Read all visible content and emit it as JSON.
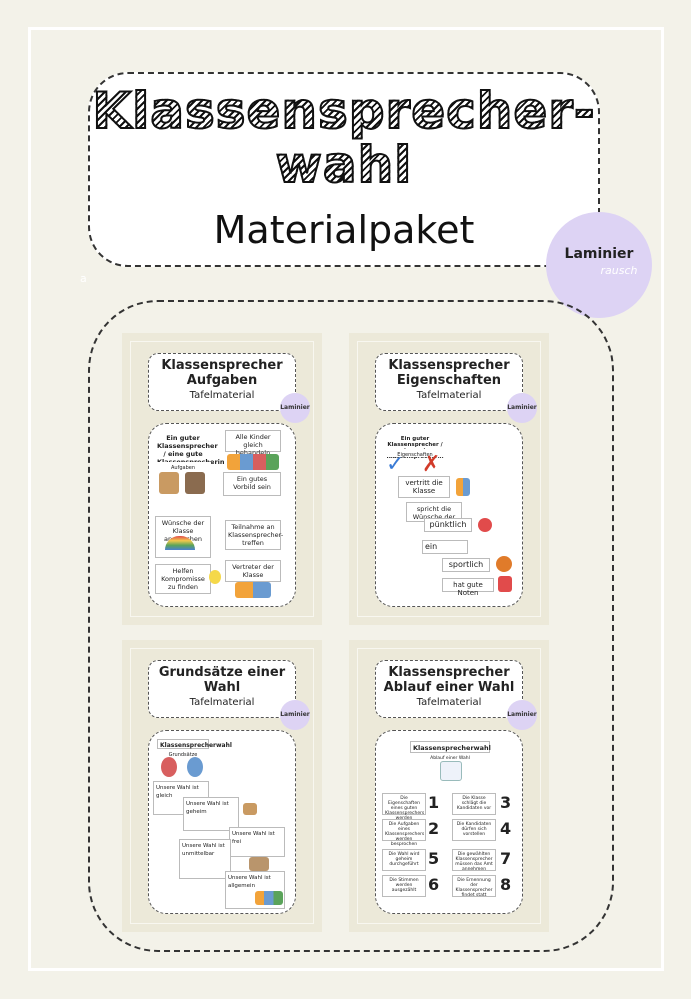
{
  "cover": {
    "title_line1": "Klassensprecher-",
    "title_line2": "wahl",
    "subtitle": "Materialpaket",
    "badge_main": "Laminier",
    "badge_sub": "rausch",
    "corner_mark": "a"
  },
  "previews": [
    {
      "title1": "Klassensprecher",
      "title2": "Aufgaben",
      "subtitle": "Tafelmaterial",
      "badge": "Laminier",
      "items": {
        "header": "Ein guter Klassensprecher / eine gute Klassensprecherin",
        "sub": "Aufgaben",
        "a": "Alle Kinder gleich behandeln",
        "b": "Ein gutes Vorbild sein",
        "c": "Wünsche der Klasse ansprechen",
        "d": "Teilnahme an Klassensprecher-treffen",
        "e": "Helfen Kompromisse zu finden",
        "f": "Vertreter der Klasse"
      }
    },
    {
      "title1": "Klassensprecher",
      "title2": "Eigenschaften",
      "subtitle": "Tafelmaterial",
      "badge": "Laminier",
      "items": {
        "header": "Ein guter Klassensprecher / eine gute Klassensprecherin",
        "sub": "Eigenschaften",
        "a": "vertritt die Klasse",
        "b": "spricht die Wünsche der",
        "c": "pünktlich",
        "d": "ein",
        "e": "sportlich",
        "f": "hat gute Noten"
      }
    },
    {
      "title1": "Grundsätze einer",
      "title2": "Wahl",
      "subtitle": "Tafelmaterial",
      "badge": "Laminier",
      "items": {
        "header": "Klassensprecherwahl",
        "sub": "Grundsätze",
        "a": "Unsere Wahl ist gleich",
        "b": "Unsere Wahl ist geheim",
        "c": "Unsere Wahl ist frei",
        "d": "Unsere Wahl ist unmittelbar",
        "e": "Unsere Wahl ist allgemein"
      }
    },
    {
      "title1": "Klassensprecher",
      "title2": "Ablauf einer Wahl",
      "subtitle": "Tafelmaterial",
      "badge": "Laminier",
      "items": {
        "header": "Klassensprecherwahl",
        "sub": "Ablauf einer Wahl",
        "s1": "Die Eigenschaften eines guten Klassensprechers werden aufgezählt",
        "s2": "Die Aufgaben eines Klassensprechers werden besprochen",
        "s3": "Die Klasse schlägt die Kandidaten vor",
        "s4": "Die Kandidaten dürfen sich vorstellen",
        "s5": "Die Wahl wird geheim durchgeführt",
        "s6": "Die Stimmen werden ausgezählt",
        "s7": "Die gewählten Klassensprecher müssen das Amt annehmen",
        "s8": "Die Ernennung der Klassensprecher findet statt",
        "n1": "1",
        "n2": "2",
        "n3": "3",
        "n4": "4",
        "n5": "5",
        "n6": "6",
        "n7": "7",
        "n8": "8"
      }
    }
  ],
  "colors": {
    "background": "#f3f2e9",
    "badge": "#ddd3f4",
    "card": "#ece9d9"
  }
}
